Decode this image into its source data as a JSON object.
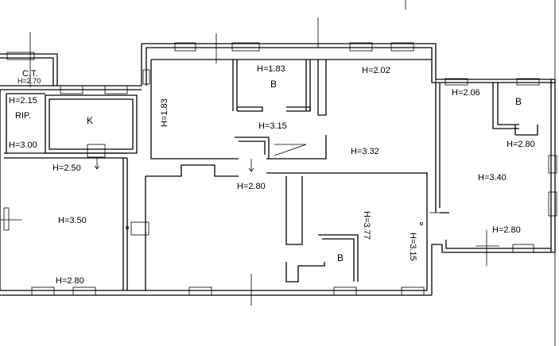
{
  "labels": {
    "ct": "C.T.",
    "h_270": "H=2.70",
    "h_215": "H=2.15",
    "rip": "RIP.",
    "h_300": "H=3.00",
    "k": "K",
    "h_250": "H=2.50",
    "h_350": "H=3.50",
    "h_280_bl": "H=2.80",
    "h_183_top": "H=1.83",
    "h_183_vert": "H=1.83",
    "b_top": "B",
    "h_315_mid": "H=3.15",
    "h_202": "H=2.02",
    "h_332": "H=3.32",
    "h_280_mid": "H=2.80",
    "h_377": "H=3.77",
    "b_bottom": "B",
    "h_315_vert": "H=3.15",
    "h_206": "H=2.06",
    "b_right": "B",
    "h_280_r1": "H=2.80",
    "h_340": "H=3.40",
    "h_280_r2": "H=2.80"
  }
}
